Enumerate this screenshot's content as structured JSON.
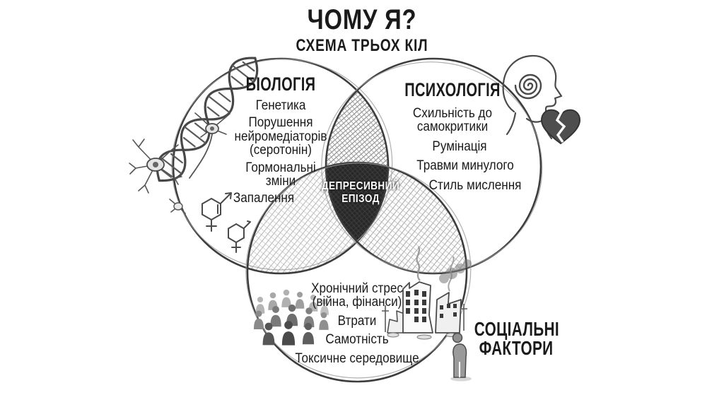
{
  "title": "ЧОМУ Я?",
  "subtitle": "СХЕМА ТРЬОХ КІЛ",
  "center_label": "ДЕПРЕСИВНИЙ\nЕПІЗОД",
  "circles": {
    "biology": {
      "label": "БІОЛОГІЯ",
      "items": [
        "Генетика",
        "Порушення\nнейромедіаторів\n(серотонін)",
        "Гормональні\nзміни",
        "Запалення"
      ]
    },
    "psychology": {
      "label": "ПСИХОЛОГІЯ",
      "items": [
        "Схильність до\nсамокритики",
        "Румінація",
        "Травми минулого",
        "Стиль мислення"
      ]
    },
    "social": {
      "label": "СОЦІАЛЬНІ\nФАКТОРИ",
      "items": [
        "Хронічний стрес\n(війна, фінанси)",
        "Втрати",
        "Самотність",
        "Токсичне середовище"
      ]
    }
  },
  "icons": [
    "dna-icon",
    "neurons-icon",
    "hormone-molecules-icon",
    "head-spiral-icon",
    "broken-heart-icon",
    "crowd-icon",
    "ruined-buildings-icon",
    "sad-person-icon"
  ],
  "colors": {
    "background": "#ffffff",
    "text": "#1a1a1a",
    "sketch_stroke": "#3c3c3c",
    "hatch": "#7a7a7a",
    "center_fill": "#282828",
    "center_text": "#ffffff"
  }
}
